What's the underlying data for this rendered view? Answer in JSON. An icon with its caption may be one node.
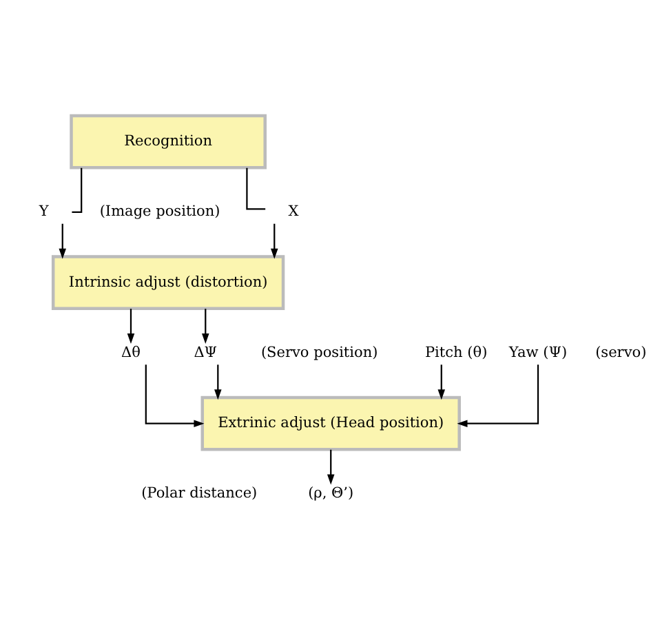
{
  "diagram": {
    "nodes": [
      {
        "text": [
          "Recognition"
        ]
      },
      {
        "text": [
          "X"
        ]
      },
      {
        "text": [
          "Y"
        ]
      },
      {
        "text": [
          "Intrinsic adjust (distortion)"
        ]
      },
      {
        "text": [
          "Pitch (θ)"
        ]
      },
      {
        "text": [
          "Δθ"
        ]
      },
      {
        "text": [
          "ΔΨ"
        ]
      },
      {
        "text": [
          "Yaw (Ψ)"
        ]
      },
      {
        "text": [
          "Extrinic adjust (Head position)"
        ]
      },
      {
        "text": [
          "(ρ, Θ’)"
        ]
      }
    ],
    "edges": [
      {
        "from": 0,
        "to": 1,
        "arrow": "none"
      },
      {
        "from": 0,
        "to": 2,
        "arrow": "none"
      },
      {
        "from": 1,
        "to": 3,
        "arrow": "to"
      },
      {
        "from": 2,
        "to": 3,
        "arrow": "to"
      },
      {
        "from": 3,
        "to": 5,
        "arrow": "to"
      },
      {
        "from": 3,
        "to": 6,
        "arrow": "to"
      },
      {
        "from": 4,
        "to": 8,
        "arrow": "to"
      },
      {
        "from": 5,
        "to": 8,
        "arrow": "to"
      },
      {
        "from": 6,
        "to": 8,
        "arrow": "to"
      },
      {
        "from": 7,
        "to": 8,
        "arrow": "to"
      },
      {
        "from": 8,
        "to": 9,
        "arrow": "to"
      }
    ],
    "labels": [
      "(Image position)",
      "(Servo position)",
      "(servo)",
      "(Polar distance)"
    ]
  }
}
